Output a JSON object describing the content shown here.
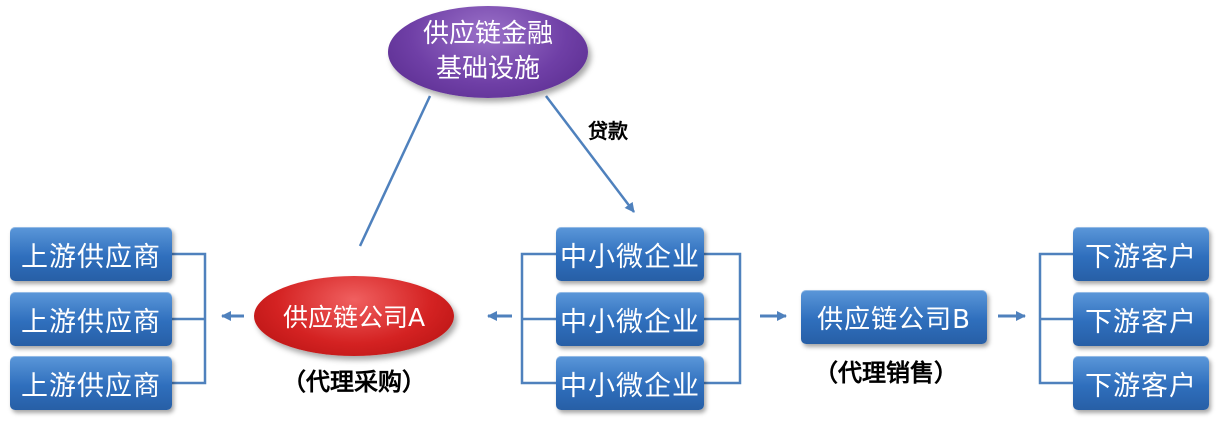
{
  "nodes": {
    "infrastructure": {
      "line1": "供应链金融",
      "line2": "基础设施"
    },
    "company_a": "供应链公司A",
    "company_b": "供应链公司B",
    "upstream_suppliers": [
      "上游供应商",
      "上游供应商",
      "上游供应商"
    ],
    "smes": [
      "中小微企业",
      "中小微企业",
      "中小微企业"
    ],
    "downstream_customers": [
      "下游客户",
      "下游客户",
      "下游客户"
    ]
  },
  "labels": {
    "loan": "贷款",
    "agent_purchase": "（代理采购）",
    "agent_sales": "（代理销售）"
  },
  "colors": {
    "box_blue": "#2f6fbd",
    "connector_blue": "#4f81bd",
    "infrastructure_purple": "#6f3fa6",
    "company_a_red": "#d42222"
  }
}
